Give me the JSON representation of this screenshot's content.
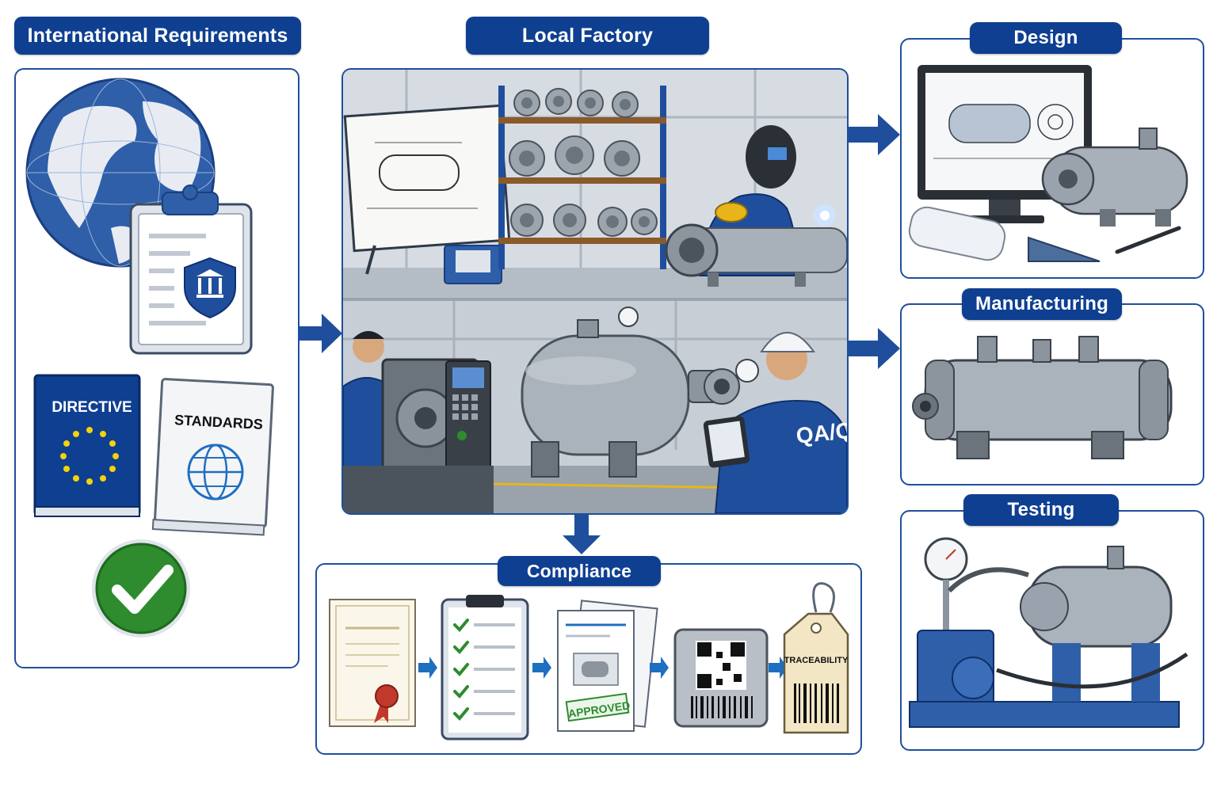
{
  "sections": {
    "international": {
      "title": "International Requirements",
      "directive_label": "DIRECTIVE",
      "standards_label": "STANDARDS"
    },
    "factory": {
      "title": "Local Factory",
      "qaqc_label": "QA/QC"
    },
    "design": {
      "title": "Design"
    },
    "manufacturing": {
      "title": "Manufacturing"
    },
    "testing": {
      "title": "Testing"
    },
    "compliance": {
      "title": "Compliance",
      "approved_label": "APPROVED",
      "traceability_label": "TRACEABILITY"
    }
  },
  "colors": {
    "primary": "#0f3f91",
    "border": "#1f4f9c",
    "check": "#2e8b2e",
    "seal": "#c0392b"
  }
}
